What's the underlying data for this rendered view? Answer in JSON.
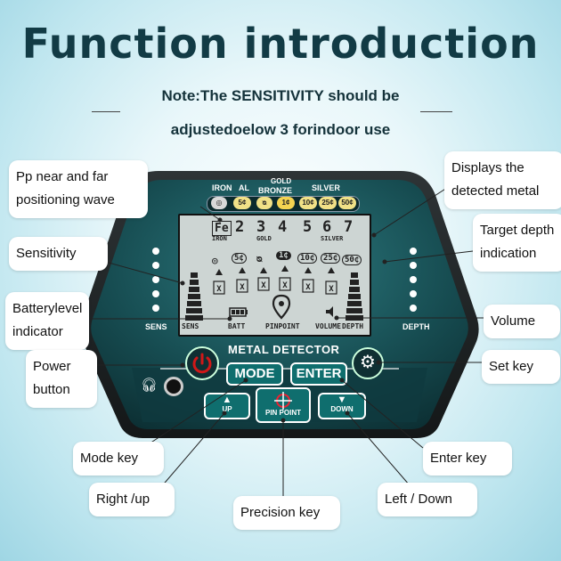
{
  "title": "Function introduction",
  "note_line1": "Note:The SENSITIVITY should be",
  "note_line2": "adjustedoelow 3 forindoor use",
  "callouts": {
    "pp_wave": "Pp near and far positioning wave",
    "sensitivity": "Sensitivity",
    "battery": "Batterylevel indicator",
    "power": "Power button",
    "mode": "Mode key",
    "right_up": "Right /up",
    "precision": "Precision key",
    "displays_metal": "Displays the detected metal",
    "target_depth": "Target depth indication",
    "volume": "Volume",
    "set_key": "Set key",
    "enter_key": "Enter key",
    "left_down": "Left / Down"
  },
  "device": {
    "metal_labels": {
      "iron": "IRON",
      "al": "AL",
      "gold": "GOLD",
      "bronze": "BRONZE",
      "silver": "SILVER"
    },
    "coins": [
      "5¢",
      "1¢",
      "10¢",
      "25¢",
      "50¢"
    ],
    "lcd": {
      "fe": "Fe",
      "iron": "IRON",
      "digits": [
        "2",
        "3",
        "4",
        "5",
        "6",
        "7"
      ],
      "gold": "GOLD",
      "silver": "SILVER",
      "coins": [
        "5¢",
        "1¢",
        "10¢",
        "25¢",
        "50¢"
      ],
      "sens": "SENS",
      "batt": "BATT",
      "pinpoint": "PINPOINT",
      "volume": "VOLUME",
      "depth": "DEPTH"
    },
    "side_sens": "SENS",
    "side_depth": "DEPTH",
    "brand": "METAL DETECTOR",
    "mode_key": "MODE",
    "enter_key": "ENTER",
    "up_key": "UP",
    "pinpoint_key": "PIN POINT",
    "down_key": "DOWN"
  },
  "colors": {
    "accent": "#0f6e6e",
    "panel": "#16454a",
    "lcd": "#cdd5d3",
    "power": "#d01818"
  }
}
